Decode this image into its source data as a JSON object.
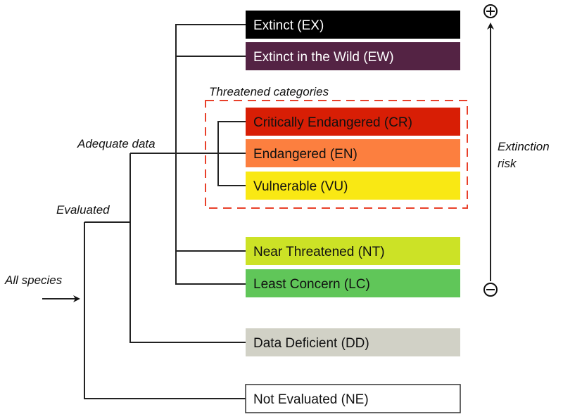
{
  "title": "IUCN Red List categories",
  "categories": [
    {
      "code": "EX",
      "label": "Extinct (EX)",
      "color": "#000000",
      "text_color": "#ffffff"
    },
    {
      "code": "EW",
      "label": "Extinct in the Wild (EW)",
      "color": "#542344",
      "text_color": "#ffffff"
    },
    {
      "code": "CR",
      "label": "Critically Endangered (CR)",
      "color": "#d81e05",
      "text_color": "#111111"
    },
    {
      "code": "EN",
      "label": "Endangered (EN)",
      "color": "#fc7f3f",
      "text_color": "#111111"
    },
    {
      "code": "VU",
      "label": "Vulnerable (VU)",
      "color": "#f9e814",
      "text_color": "#111111"
    },
    {
      "code": "NT",
      "label": "Near Threatened (NT)",
      "color": "#cce226",
      "text_color": "#111111"
    },
    {
      "code": "LC",
      "label": "Least Concern (LC)",
      "color": "#60c659",
      "text_color": "#111111"
    },
    {
      "code": "DD",
      "label": "Data Deficient (DD)",
      "color": "#d1d1c6",
      "text_color": "#111111"
    },
    {
      "code": "NE",
      "label": "Not Evaluated (NE)",
      "color": "#ffffff",
      "text_color": "#111111"
    }
  ],
  "labels": {
    "threatened": "Threatened categories",
    "adequate_data": "Adequate data",
    "evaluated": "Evaluated",
    "all_species": "All species",
    "extinction_risk_1": "Extinction",
    "extinction_risk_2": "risk"
  },
  "axis_symbols": {
    "top": "+",
    "bottom": "−"
  },
  "dash_color": "#e8402a"
}
